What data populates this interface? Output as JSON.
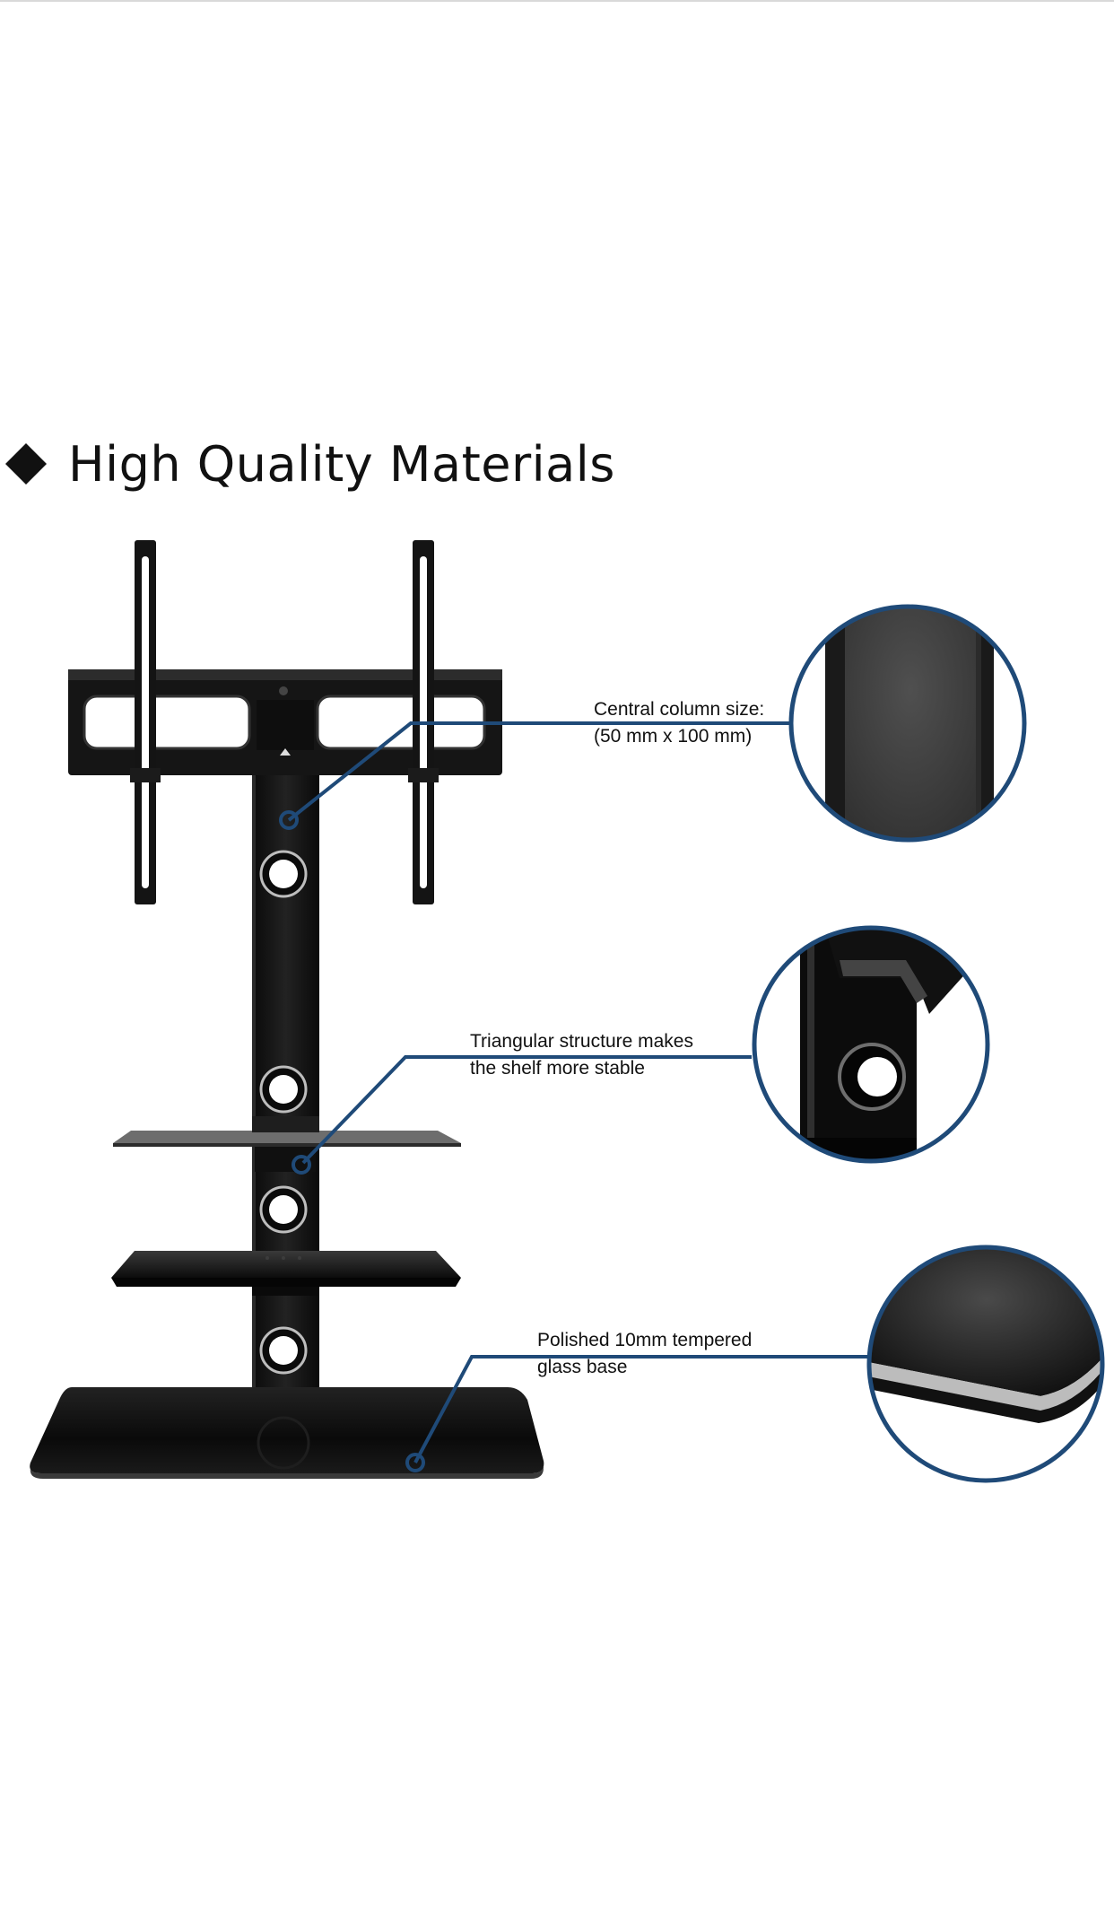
{
  "heading": {
    "title": "High Quality Materials",
    "bullet_icon": "diamond-icon"
  },
  "callouts": [
    {
      "id": "central-column",
      "lines": [
        "Central column size:",
        "(50 mm x 100 mm)"
      ]
    },
    {
      "id": "triangular-structure",
      "lines": [
        "Triangular structure makes",
        "the shelf more stable"
      ]
    },
    {
      "id": "glass-base",
      "lines": [
        "Polished 10mm tempered",
        "glass base"
      ]
    }
  ],
  "colors": {
    "accent": "#1f4a78",
    "heading_text": "#111111",
    "product_black": "#111111",
    "background": "#ffffff"
  }
}
